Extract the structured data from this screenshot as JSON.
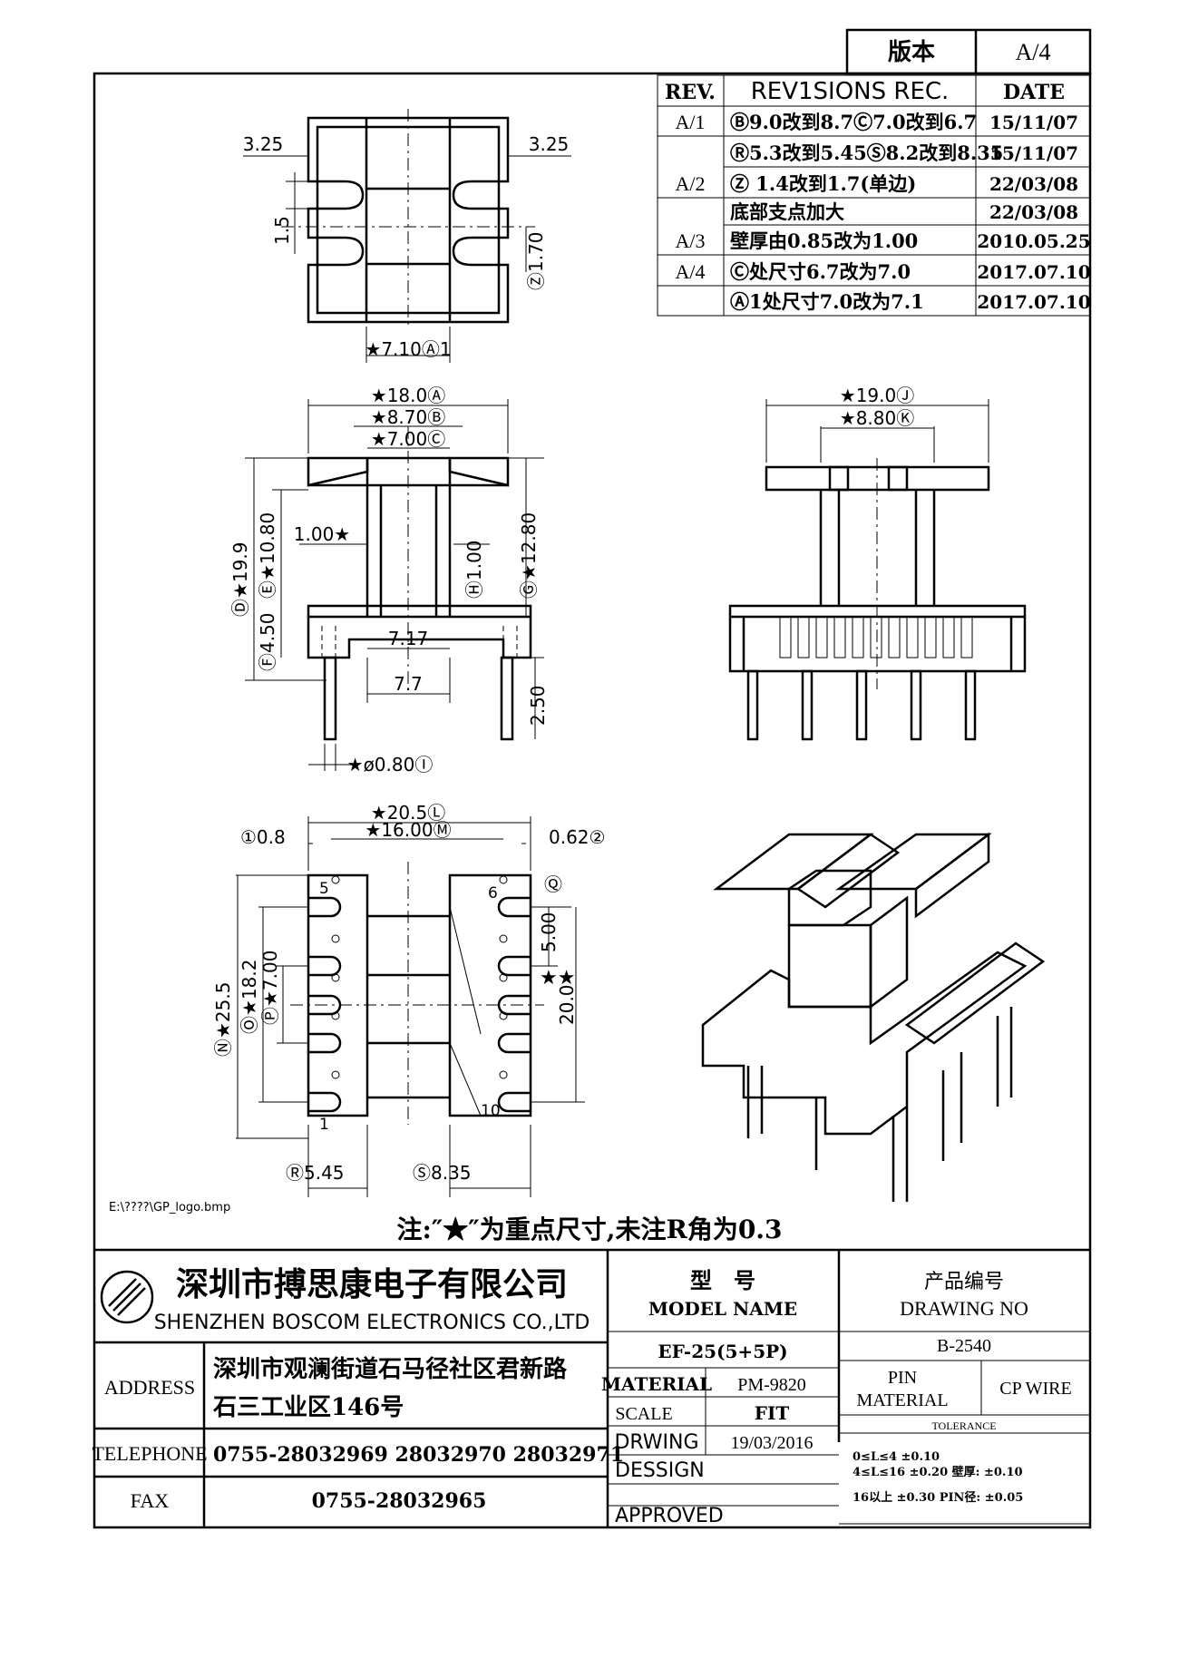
{
  "version_box": {
    "label": "版本",
    "value": "A/4"
  },
  "revisions": {
    "header": {
      "rev": "REV.",
      "desc": "REV1SIONS REC.",
      "date": "DATE"
    },
    "rows": [
      {
        "rev": "A/1",
        "desc": "Ⓑ9.0改到8.7Ⓒ7.0改到6.7",
        "date": "15/11/07"
      },
      {
        "rev": "",
        "desc": "Ⓡ5.3改到5.45Ⓢ8.2改到8.35",
        "date": "15/11/07"
      },
      {
        "rev": "A/2",
        "desc": "Ⓩ 1.4改到1.7(单边)",
        "date": "22/03/08"
      },
      {
        "rev": "",
        "desc": "底部支点加大",
        "date": "22/03/08"
      },
      {
        "rev": "A/3",
        "desc": "壁厚由0.85改为1.00",
        "date": "2010.05.25"
      },
      {
        "rev": "A/4",
        "desc": "Ⓒ处尺寸6.7改为7.0",
        "date": "2017.07.10"
      },
      {
        "rev": "",
        "desc": "Ⓐ1处尺寸7.0改为7.1",
        "date": "2017.07.10"
      }
    ]
  },
  "dims": {
    "top": [
      "3.25",
      "3.25",
      "1.5",
      "Ⓩ1.70",
      "★7.10Ⓐ1"
    ],
    "front": [
      "★18.0Ⓐ",
      "★8.70Ⓑ",
      "★7.00Ⓒ",
      "Ⓓ★19.9",
      "Ⓔ★10.80",
      "Ⓕ4.50",
      "1.00★",
      "Ⓗ1.00",
      "Ⓖ★12.80",
      "7.17",
      "7.7",
      "2.50",
      "★ø0.80Ⓘ"
    ],
    "side": [
      "★19.0Ⓙ",
      "★8.80Ⓚ"
    ],
    "bottom": [
      "★20.5Ⓛ",
      "★16.00Ⓜ",
      "①0.8",
      "0.62②",
      "Ⓝ★25.5",
      "Ⓞ★18.2",
      "Ⓟ★7.00",
      "5.00",
      "Ⓠ",
      "★★",
      "20.0",
      "Ⓡ5.45",
      "Ⓢ8.35"
    ],
    "pins": [
      "5",
      "6",
      "1",
      "10"
    ]
  },
  "file_path": "E:\\????\\GP_logo.bmp",
  "note": "注:″★″为重点尺寸,未注R角为0.3",
  "company": {
    "cn": "深圳市搏思康电子有限公司",
    "en": "SHENZHEN BOSCOM ELECTRONICS CO.,LTD"
  },
  "address": {
    "label": "ADDRESS",
    "line1": "深圳市观澜街道石马径社区君新路",
    "line2": "石三工业区146号"
  },
  "telephone": {
    "label": "TELEPHONE",
    "value": "0755-28032969 28032970 28032971"
  },
  "fax": {
    "label": "FAX",
    "value": "0755-28032965"
  },
  "model": {
    "label_cn": "型　号",
    "label_en": "MODEL NAME",
    "value": "EF-25(5+5P)"
  },
  "drawing_no": {
    "label_cn": "产品编号",
    "label_en": "DRAWING NO",
    "value": "B-2540"
  },
  "material": {
    "label": "MATERIAL",
    "value": "PM-9820"
  },
  "scale": {
    "label": "SCALE",
    "value": "FIT"
  },
  "drwing": {
    "label": "DRWING",
    "value": "19/03/2016"
  },
  "design": {
    "label": "DESSIGN"
  },
  "approved": {
    "label": "APPROVED"
  },
  "pin_material": {
    "label1": "PIN",
    "label2": "MATERIAL",
    "value": "CP WIRE"
  },
  "tolerance": {
    "label": "TOLERANCE",
    "line1": "0≤L≤4 ±0.10",
    "line2": "4≤L≤16 ±0.20  壁厚: ±0.10",
    "line3": "16以上  ±0.30  PIN径: ±0.05"
  }
}
